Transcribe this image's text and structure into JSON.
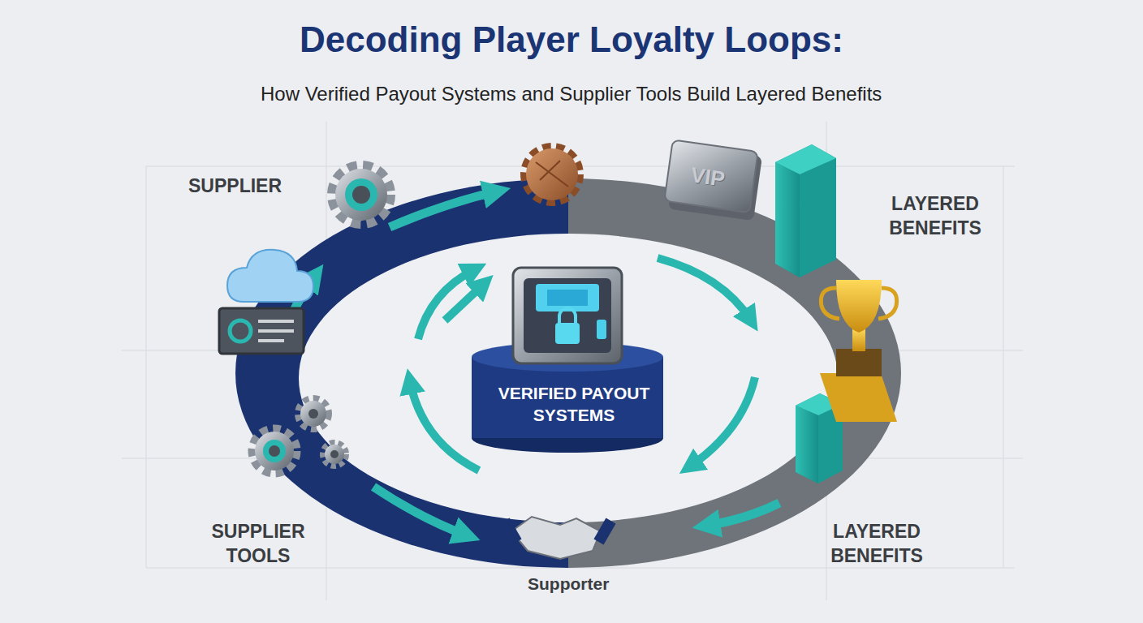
{
  "diagram": {
    "title": "Decoding Player Loyalty Loops:",
    "nodes": [
      {
        "text": [
          "VERIFIED PAYOUT SYSTEMS"
        ]
      }
    ],
    "labels": [
      "How Verified Payout Systems and Supplier Tools Build Layered Benefits",
      "SUPPLIER",
      "LAYERED BENEFITS",
      "SUPPLIER TOOLS",
      "LAYERED BENEFITS",
      "Supporter",
      "VIP"
    ]
  }
}
